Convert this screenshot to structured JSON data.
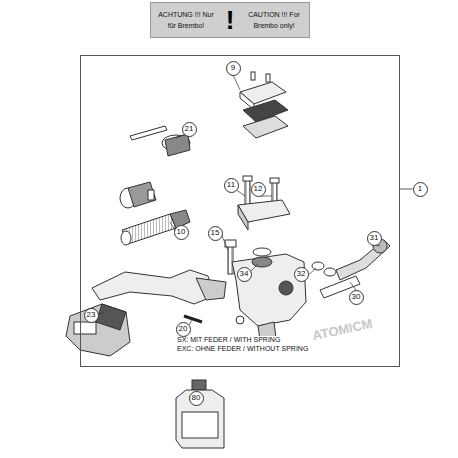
{
  "diagram": {
    "nodes": [
      {
        "text": [
          "ACHTUNG !!! Nur für Brembo!",
          "!",
          "CAUTION !!! For Brembo only!"
        ]
      },
      {
        "text": [
          "SX: MIT FEDER / WITH SPRING",
          "EXC: OHNE FEDER / WITHOUT SPRING"
        ]
      },
      {
        "text": [
          "9"
        ],
        "in": 1
      },
      {
        "text": [
          "21"
        ],
        "in": 1
      },
      {
        "text": [
          "11"
        ],
        "in": 1
      },
      {
        "text": [
          "12"
        ],
        "in": 1
      },
      {
        "text": [
          "1"
        ]
      },
      {
        "text": [
          "10"
        ],
        "in": 1
      },
      {
        "text": [
          "15"
        ],
        "in": 1
      },
      {
        "text": [
          "34"
        ],
        "in": 1
      },
      {
        "text": [
          "32"
        ],
        "in": 1
      },
      {
        "text": [
          "31"
        ],
        "in": 1
      },
      {
        "text": [
          "30"
        ],
        "in": 1
      },
      {
        "text": [
          "23"
        ],
        "in": 1
      },
      {
        "text": [
          "20"
        ],
        "in": 1
      },
      {
        "text": [
          "80"
        ]
      }
    ],
    "edges": [
      {
        "from": 6,
        "to": 1,
        "arrow": "none"
      }
    ],
    "labels": [
      "ATOMICM"
    ]
  }
}
